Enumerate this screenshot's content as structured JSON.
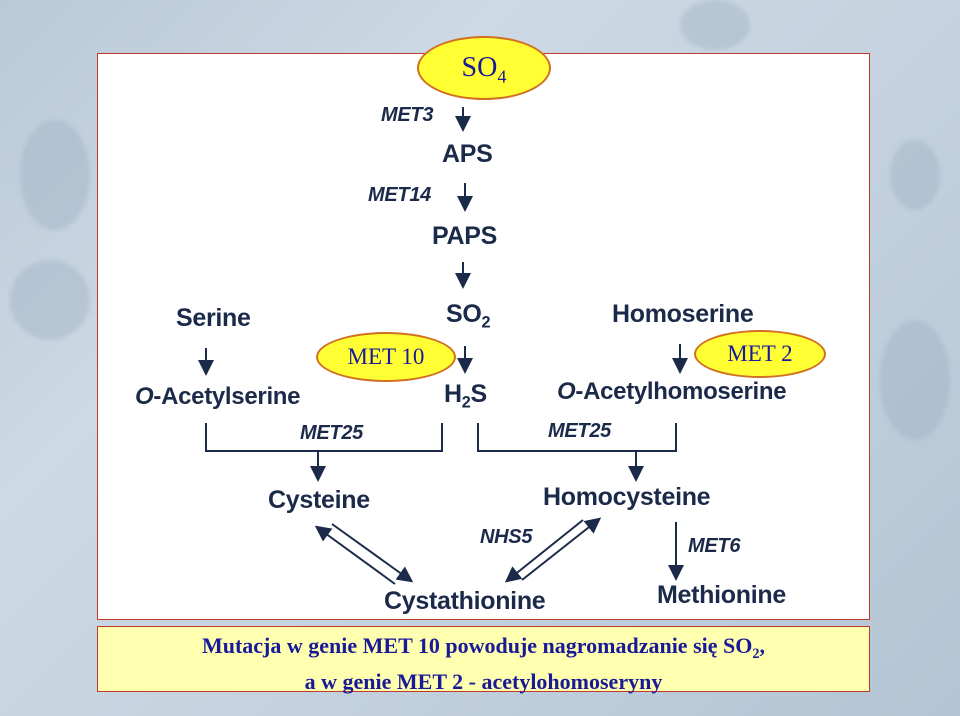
{
  "diagram": {
    "so4_oval": {
      "main": "SO",
      "sub": "4"
    },
    "met10_oval": "MET 10",
    "met2_oval": "MET 2",
    "enzymes": {
      "met3": "MET3",
      "met14": "MET14",
      "met25_left": "MET25",
      "met25_right": "MET25",
      "nhs5": "NHS5",
      "met6": "MET6"
    },
    "metabolites": {
      "aps": "APS",
      "paps": "PAPS",
      "so2": {
        "main": "SO",
        "sub": "2"
      },
      "h2s": {
        "pre": "H",
        "sub": "2",
        "post": "S"
      },
      "serine": "Serine",
      "o_acetylserine": {
        "prefix": "O",
        "rest": "-Acetylserine"
      },
      "homoserine": "Homoserine",
      "o_acetylhomoserine": {
        "prefix": "O",
        "rest": "-Acetylhomoserine"
      },
      "cysteine": "Cysteine",
      "homocysteine": "Homocysteine",
      "cystathionine": "Cystathionine",
      "methionine": "Methionine"
    }
  },
  "caption": {
    "line1_prefix": "Mutacja w genie MET 10 powoduje nagromadzanie się SO",
    "line1_sub": "2",
    "line1_suffix": ",",
    "line2": "a w genie MET 2 - acetylohomoseryny"
  },
  "colors": {
    "oval_fill": "#ffff33",
    "caption_fill": "#ffffb0",
    "caption_text": "#1a1a99",
    "frame": "#c0392b"
  }
}
